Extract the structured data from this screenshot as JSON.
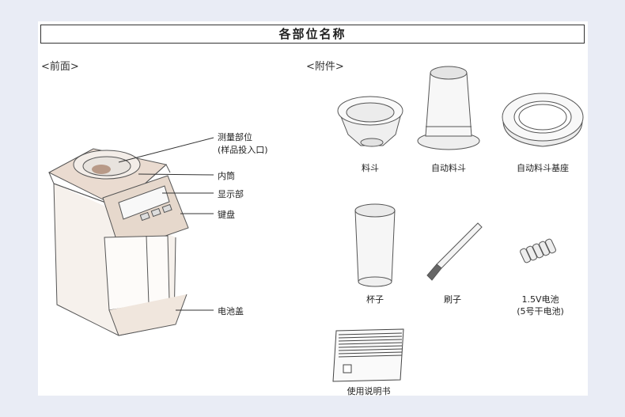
{
  "title": "各部位名称",
  "front_section": "<前面>",
  "accessories_section": "<附件>",
  "front_parts": {
    "measure_part": "测量部位",
    "sample_inlet": "(样品投入口)",
    "inner_tube": "内筒",
    "display": "显示部",
    "keypad": "键盘",
    "battery_cover": "电池盖"
  },
  "accessories": [
    {
      "name": "料斗"
    },
    {
      "name": "自动料斗"
    },
    {
      "name": "自动料斗基座"
    },
    {
      "name": "杯子"
    },
    {
      "name": "刷子"
    },
    {
      "name": "1.5V电池",
      "sub": "(5号干电池)"
    },
    {
      "name": "使用说明书"
    }
  ]
}
